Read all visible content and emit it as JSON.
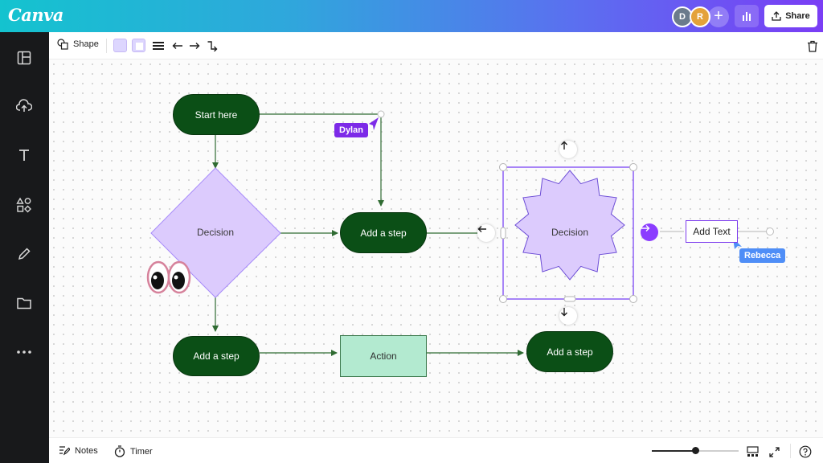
{
  "app": {
    "logo": "Canva"
  },
  "header": {
    "share_label": "Share",
    "collaborators": [
      {
        "initial": "D",
        "color": "#6b7b8c"
      },
      {
        "initial": "R",
        "color": "#e4a23a"
      }
    ]
  },
  "rail": {
    "items": [
      {
        "icon": "layout-icon"
      },
      {
        "icon": "upload-cloud-icon"
      },
      {
        "icon": "text-icon"
      },
      {
        "icon": "elements-icon"
      },
      {
        "icon": "draw-pen-icon"
      },
      {
        "icon": "folder-icon"
      },
      {
        "icon": "more-icon"
      }
    ]
  },
  "toolbar": {
    "shape_label": "Shape",
    "fill_color": "#ddd6fe"
  },
  "canvas": {
    "nodes": {
      "start": "Start here",
      "decision_left": "Decision",
      "step_mid": "Add a step",
      "step_bottom_left": "Add a step",
      "action": "Action",
      "decision_right": "Decision",
      "step_bottom_right": "Add a step",
      "add_text": "Add Text"
    },
    "cursors": {
      "dylan": "Dylan",
      "rebecca": "Rebecca"
    },
    "colors": {
      "terminal": "#0b4f16",
      "decision": "#dccbfd",
      "action": "#b3ead0",
      "selection": "#8b5cf6",
      "connector": "#2f6b32"
    }
  },
  "footer": {
    "notes_label": "Notes",
    "timer_label": "Timer"
  }
}
